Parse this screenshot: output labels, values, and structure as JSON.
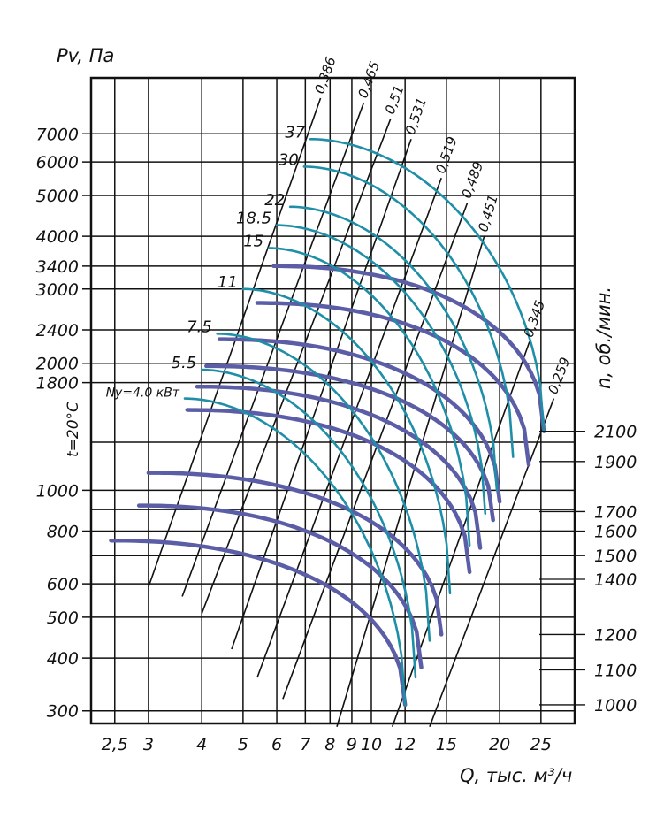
{
  "chart_data": {
    "type": "line",
    "xlabel": "Q, тыс. м³/ч",
    "ylabel": "Pv, Па",
    "right_label": "n, об./мин.",
    "temp_label": "t=20°C",
    "x_scale": "log",
    "y_scale": "log",
    "xlim": [
      2.2,
      30
    ],
    "ylim": [
      280,
      9500
    ],
    "x_ticks": [
      {
        "v": 2.5,
        "t": "2,5"
      },
      {
        "v": 3,
        "t": "3"
      },
      {
        "v": 4,
        "t": "4"
      },
      {
        "v": 5,
        "t": "5"
      },
      {
        "v": 6,
        "t": "6"
      },
      {
        "v": 7,
        "t": "7"
      },
      {
        "v": 8,
        "t": "8"
      },
      {
        "v": 9,
        "t": "9"
      },
      {
        "v": 10,
        "t": "10"
      },
      {
        "v": 12,
        "t": "12"
      },
      {
        "v": 15,
        "t": "15"
      },
      {
        "v": 20,
        "t": "20"
      },
      {
        "v": 25,
        "t": "25"
      }
    ],
    "y_ticks": [
      {
        "v": 300,
        "t": "300"
      },
      {
        "v": 400,
        "t": "400"
      },
      {
        "v": 500,
        "t": "500"
      },
      {
        "v": 600,
        "t": "600"
      },
      {
        "v": 800,
        "t": "800"
      },
      {
        "v": 1000,
        "t": "1000"
      },
      {
        "v": 1800,
        "t": "1800"
      },
      {
        "v": 2000,
        "t": "2000"
      },
      {
        "v": 2400,
        "t": "2400"
      },
      {
        "v": 3000,
        "t": "3000"
      },
      {
        "v": 3400,
        "t": "3400"
      },
      {
        "v": 4000,
        "t": "4000"
      },
      {
        "v": 5000,
        "t": "5000"
      },
      {
        "v": 6000,
        "t": "6000"
      },
      {
        "v": 7000,
        "t": "7000"
      }
    ],
    "y_extra_grid": [
      1300,
      900,
      700
    ],
    "speed_curves": [
      {
        "n": "1000",
        "q0": 2.45,
        "p0": 760,
        "q1": 12.0,
        "p1": 310
      },
      {
        "n": "1100",
        "q0": 2.85,
        "p0": 920,
        "q1": 13.1,
        "p1": 380
      },
      {
        "n": "1200",
        "q0": 3.0,
        "p0": 1100,
        "q1": 14.6,
        "p1": 455
      },
      {
        "n": "1400",
        "q0": 3.7,
        "p0": 1550,
        "q1": 17.0,
        "p1": 640
      },
      {
        "n": "1500",
        "q0": 3.9,
        "p0": 1760,
        "q1": 18.0,
        "p1": 730
      },
      {
        "n": "1600",
        "q0": 4.1,
        "p0": 1970,
        "q1": 19.3,
        "p1": 850
      },
      {
        "n": "1700",
        "q0": 4.4,
        "p0": 2280,
        "q1": 20.0,
        "p1": 940
      },
      {
        "n": "1900",
        "q0": 5.4,
        "p0": 2780,
        "q1": 23.4,
        "p1": 1150
      },
      {
        "n": "2100",
        "q0": 5.9,
        "p0": 3400,
        "q1": 25.4,
        "p1": 1380
      }
    ],
    "right_labels": [
      {
        "t": "1000",
        "p": 310
      },
      {
        "t": "1100",
        "p": 375
      },
      {
        "t": "1200",
        "p": 455
      },
      {
        "t": "1400",
        "p": 615
      },
      {
        "t": "1500",
        "p": 700
      },
      {
        "t": "1600",
        "p": 800
      },
      {
        "t": "1700",
        "p": 890
      },
      {
        "t": "1900",
        "p": 1170
      },
      {
        "t": "2100",
        "p": 1380
      }
    ],
    "power_curves": [
      {
        "label": "Ny=4.0 кВт",
        "q0": 3.65,
        "p0": 1650,
        "q1": 12.0,
        "p1": 310
      },
      {
        "label": "5.5",
        "q0": 4.0,
        "p0": 1930,
        "q1": 12.7,
        "p1": 360
      },
      {
        "label": "7.5",
        "q0": 4.35,
        "p0": 2350,
        "q1": 13.7,
        "p1": 440
      },
      {
        "label": "11",
        "q0": 5.0,
        "p0": 3000,
        "q1": 15.3,
        "p1": 570
      },
      {
        "label": "15",
        "q0": 5.75,
        "p0": 3750,
        "q1": 17.0,
        "p1": 740
      },
      {
        "label": "18.5",
        "q0": 6.0,
        "p0": 4250,
        "q1": 18.5,
        "p1": 880
      },
      {
        "label": "22",
        "q0": 6.45,
        "p0": 4700,
        "q1": 19.7,
        "p1": 1000
      },
      {
        "label": "30",
        "q0": 6.95,
        "p0": 5850,
        "q1": 21.5,
        "p1": 1200
      },
      {
        "label": "37",
        "q0": 7.2,
        "p0": 6800,
        "q1": 25.4,
        "p1": 1380
      }
    ],
    "efficiency_lines": [
      {
        "label": "0,386",
        "q0": 3.0,
        "p0": 590,
        "q1": 7.6,
        "p1": 8500
      },
      {
        "label": "0,465",
        "q0": 3.6,
        "p0": 560,
        "q1": 9.6,
        "p1": 8300
      },
      {
        "label": "0,51",
        "q0": 4.0,
        "p0": 510,
        "q1": 11.1,
        "p1": 7600
      },
      {
        "label": "0,531",
        "q0": 4.7,
        "p0": 420,
        "q1": 12.4,
        "p1": 6800
      },
      {
        "label": "0,519",
        "q0": 5.4,
        "p0": 360,
        "q1": 14.6,
        "p1": 5500
      },
      {
        "label": "0,489",
        "q0": 6.2,
        "p0": 320,
        "q1": 16.8,
        "p1": 4800
      },
      {
        "label": "0,451",
        "q0": 8.3,
        "p0": 275,
        "q1": 18.4,
        "p1": 4000
      },
      {
        "label": "0,345",
        "q0": 11.2,
        "p0": 275,
        "q1": 23.5,
        "p1": 2250
      },
      {
        "label": "0,259",
        "q0": 13.7,
        "p0": 275,
        "q1": 26.8,
        "p1": 1650
      }
    ],
    "grid": true,
    "colors": {
      "speed": "#5b5ea6",
      "power": "#1f8fa8",
      "line": "#111111"
    }
  }
}
